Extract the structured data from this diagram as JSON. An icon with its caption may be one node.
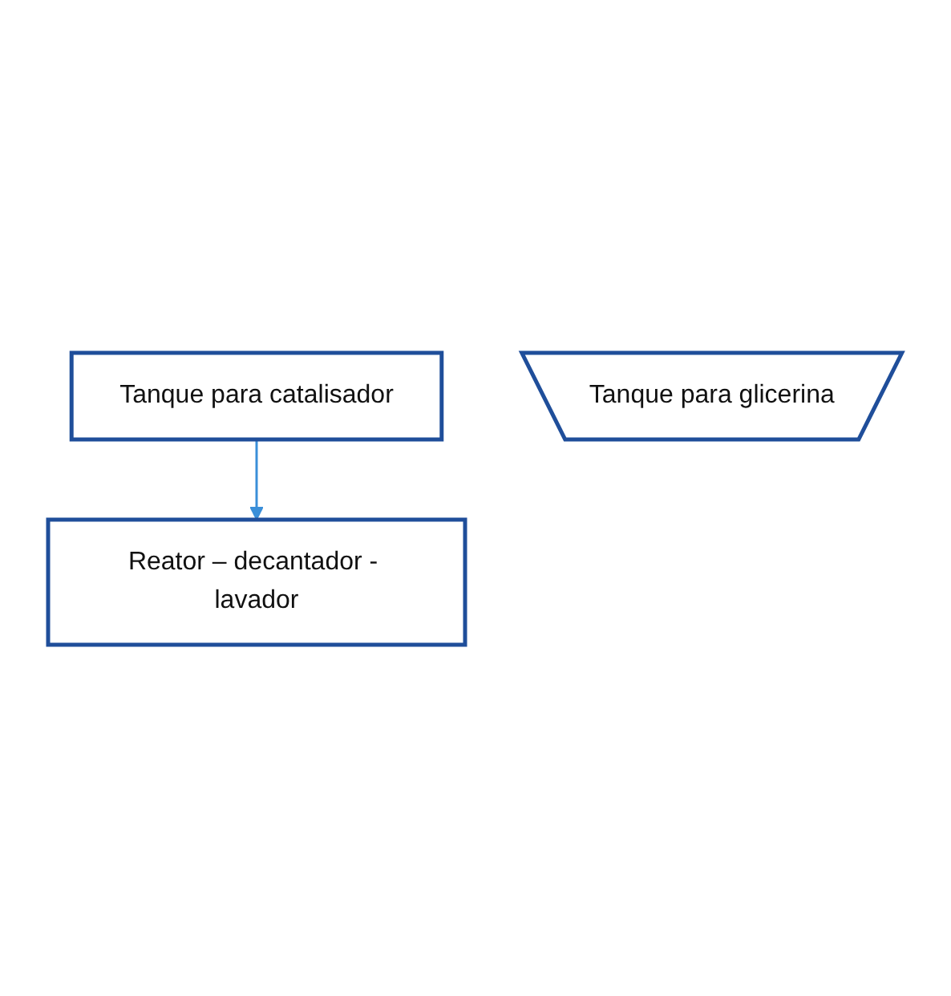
{
  "diagram": {
    "nodes": [
      {
        "text": [
          "Tanque para catalisador"
        ]
      },
      {
        "text": [
          "Reator – decantador - lavador"
        ]
      },
      {
        "text": [
          "Tanque para glicerina"
        ]
      }
    ],
    "edges": [
      {
        "from": 0,
        "to": 1,
        "arrow": "to"
      }
    ]
  }
}
